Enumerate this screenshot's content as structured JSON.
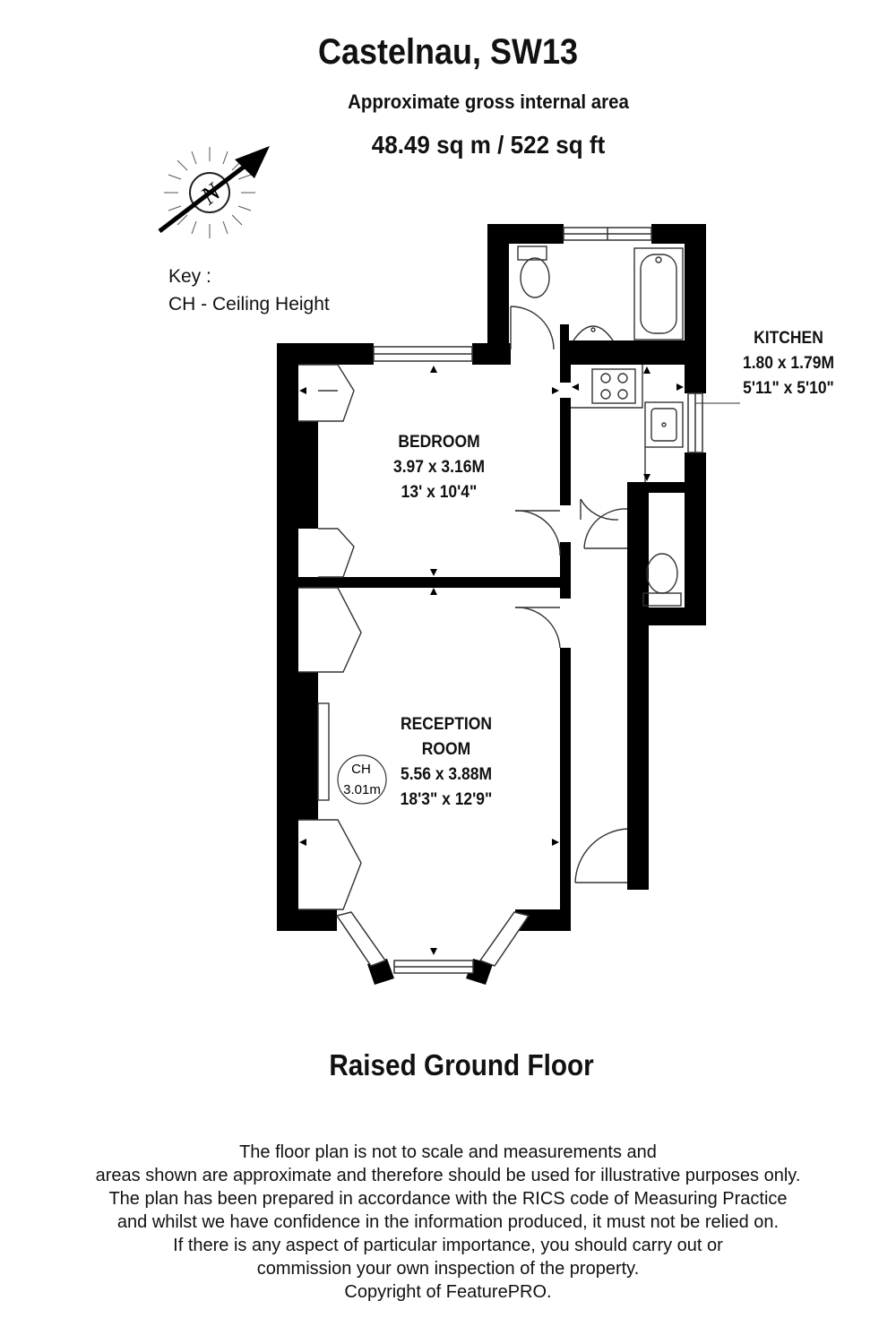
{
  "header": {
    "title": "Castelnau, SW13",
    "subtitle": "Approximate gross internal area",
    "area": "48.49 sq m /  522 sq ft"
  },
  "compass": {
    "letter": "N",
    "icon": "north-arrow-icon"
  },
  "key": {
    "title": "Key :",
    "entry": "CH - Ceiling Height"
  },
  "rooms": {
    "kitchen": {
      "name": "KITCHEN",
      "metric": "1.80 x 1.79M",
      "imperial": "5'11\" x 5'10\""
    },
    "bedroom": {
      "name": "BEDROOM",
      "metric": "3.97 x 3.16M",
      "imperial": "13' x 10'4\""
    },
    "reception": {
      "name_line1": "RECEPTION",
      "name_line2": "ROOM",
      "metric": "5.56 x 3.88M",
      "imperial": "18'3\" x 12'9\""
    }
  },
  "ceiling_height": {
    "label": "CH",
    "value": "3.01m"
  },
  "floor_name": "Raised Ground Floor",
  "disclaimer": [
    "The floor plan is not to scale and measurements and",
    "areas shown are approximate and therefore should be used for illustrative purposes only.",
    "The plan has been prepared in accordance with the RICS code of Measuring Practice",
    "and whilst we have confidence in the information produced, it must not be relied on.",
    "If there is any aspect of particular importance, you should carry out or",
    "commission your own inspection of the property.",
    "Copyright of FeaturePRO."
  ],
  "colors": {
    "wall": "#000000",
    "line": "#333333",
    "background": "#ffffff"
  }
}
